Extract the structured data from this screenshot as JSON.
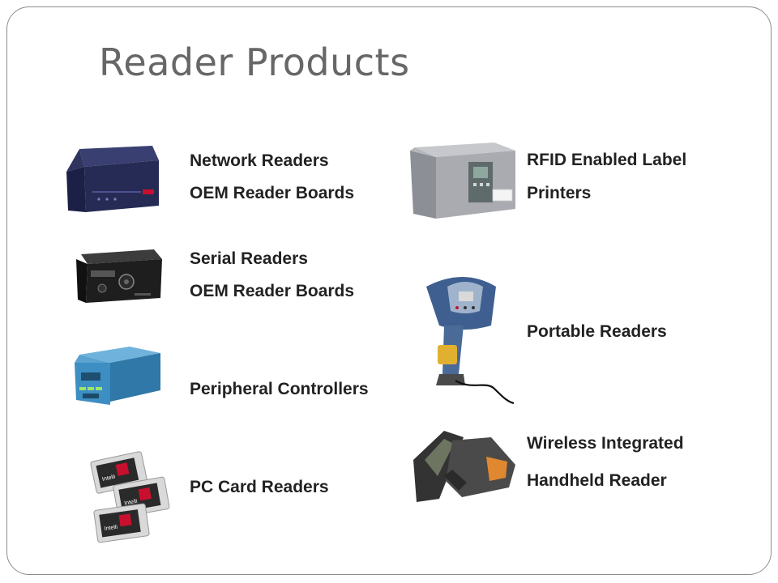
{
  "slide": {
    "title": "Reader Products"
  },
  "products": {
    "network_readers": "Network Readers",
    "oem_reader_boards_1": "OEM Reader Boards",
    "serial_readers": "Serial Readers",
    "oem_reader_boards_2": "OEM Reader Boards",
    "peripheral_controllers": "Peripheral Controllers",
    "pc_card_readers": "PC Card Readers",
    "rfid_label_line1": "RFID Enabled Label",
    "rfid_label_line2": "Printers",
    "portable_readers": "Portable Readers",
    "wireless_line1": "Wireless Integrated",
    "wireless_line2": "Handheld Reader"
  },
  "card_logo_text": "Intelli",
  "colors": {
    "title": "#676767",
    "text": "#222222",
    "frame_border": "#8c8c8c",
    "accent_red": "#c8102e",
    "network_reader_body": "#2a2f5c",
    "controller_body": "#3a86b8",
    "printer_body": "#a9abb0",
    "portable_reader_body": "#3e5f8f"
  },
  "icons": [
    "network-reader-image",
    "serial-reader-image",
    "peripheral-controller-image",
    "pc-card-reader-image",
    "label-printer-image",
    "portable-reader-image",
    "wireless-handheld-reader-image"
  ]
}
